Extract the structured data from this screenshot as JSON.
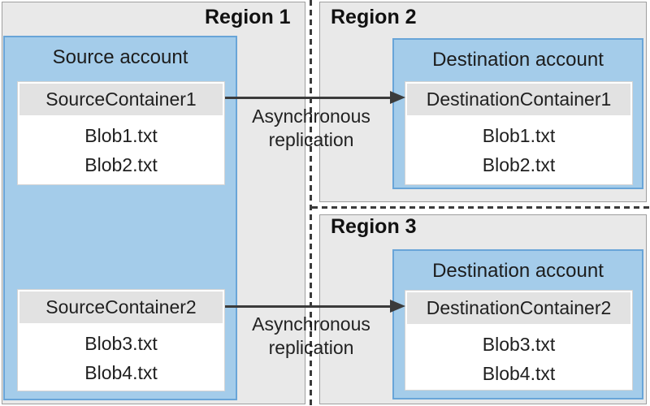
{
  "diagram": {
    "regions": [
      {
        "label": "Region 1"
      },
      {
        "label": "Region 2"
      },
      {
        "label": "Region 3"
      }
    ],
    "source_account": {
      "title": "Source account",
      "containers": [
        {
          "name": "SourceContainer1",
          "blobs": [
            "Blob1.txt",
            "Blob2.txt"
          ]
        },
        {
          "name": "SourceContainer2",
          "blobs": [
            "Blob3.txt",
            "Blob4.txt"
          ]
        }
      ]
    },
    "destination_accounts": [
      {
        "title": "Destination account",
        "container": {
          "name": "DestinationContainer1",
          "blobs": [
            "Blob1.txt",
            "Blob2.txt"
          ]
        }
      },
      {
        "title": "Destination account",
        "container": {
          "name": "DestinationContainer2",
          "blobs": [
            "Blob3.txt",
            "Blob4.txt"
          ]
        }
      }
    ],
    "arrows": [
      {
        "label_lines": [
          "Asynchronous",
          "replication"
        ]
      },
      {
        "label_lines": [
          "Asynchronous",
          "replication"
        ]
      }
    ],
    "colors": {
      "region_fill": "#e9e9e9",
      "region_border": "#9f9f9f",
      "account_fill": "#a4ccea",
      "account_border": "#69a5d8",
      "container_header_fill": "#e2e2e2",
      "container_border": "#d4d4d4",
      "line_color": "#3b3b3b",
      "text_color": "#1f1f1f"
    }
  }
}
